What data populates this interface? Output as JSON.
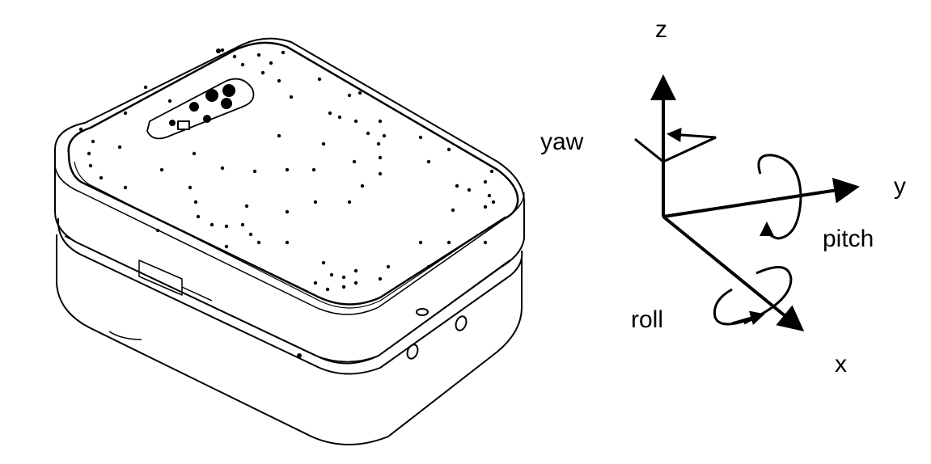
{
  "labels": {
    "z": "z",
    "y": "y",
    "x": "x",
    "yaw": "yaw",
    "pitch": "pitch",
    "roll": "roll"
  },
  "colors": {
    "ink": "#000000",
    "background": "#ffffff"
  }
}
